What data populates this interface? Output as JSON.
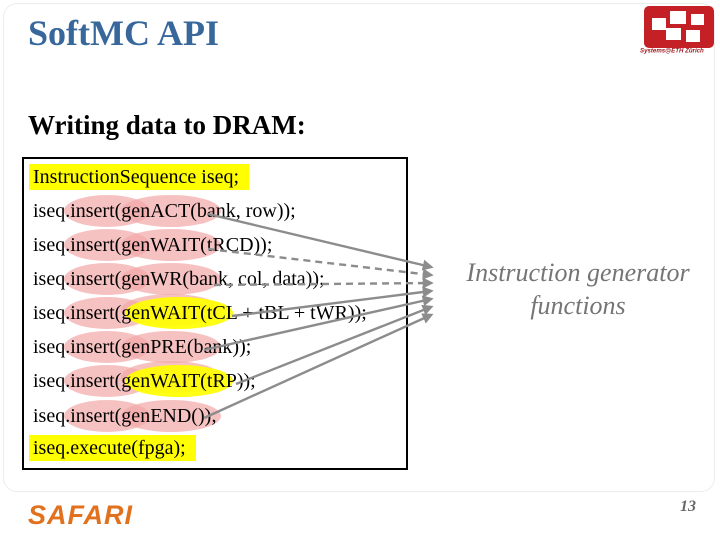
{
  "slide": {
    "title": "SoftMC API",
    "heading": "Writing data to DRAM:",
    "page_number": "13",
    "footer_logo_text": "SAFARI",
    "eth_logo_caption": "Systems@ETH Zürich"
  },
  "code_block": {
    "lines": [
      {
        "text": "InstructionSequence iseq;",
        "highlight": "yellow-rect"
      },
      {
        "text": "iseq.insert(genACT(bank, row));",
        "highlight": "pink-ellipses"
      },
      {
        "text": "iseq.insert(genWAIT(tRCD));",
        "highlight": "pink-ellipses"
      },
      {
        "text": "iseq.insert(genWR(bank, col, data));",
        "highlight": "pink-ellipses"
      },
      {
        "text": "iseq.insert(genWAIT(tCL + tBL + tWR));",
        "highlight": "pink-and-yellow-ellipse"
      },
      {
        "text": "iseq.insert(genPRE(bank));",
        "highlight": "pink-ellipses"
      },
      {
        "text": "iseq.insert(genWAIT(tRP));",
        "highlight": "pink-and-yellow-ellipse"
      },
      {
        "text": "iseq.insert(genEND());",
        "highlight": "pink-ellipses"
      },
      {
        "text": "iseq.execute(fpga);",
        "highlight": "yellow-rect"
      }
    ]
  },
  "callout": {
    "label_line1": "Instruction generator",
    "label_line2": "functions",
    "arrow_count": 7
  },
  "colors": {
    "title_blue": "#38679B",
    "highlight_yellow": "#FFFF00",
    "highlight_pink": "#F2A9A9",
    "arrow_gray": "#8C8C8C",
    "label_gray": "#757575",
    "eth_red": "#C42127",
    "safari_orange": "#E2711D"
  }
}
